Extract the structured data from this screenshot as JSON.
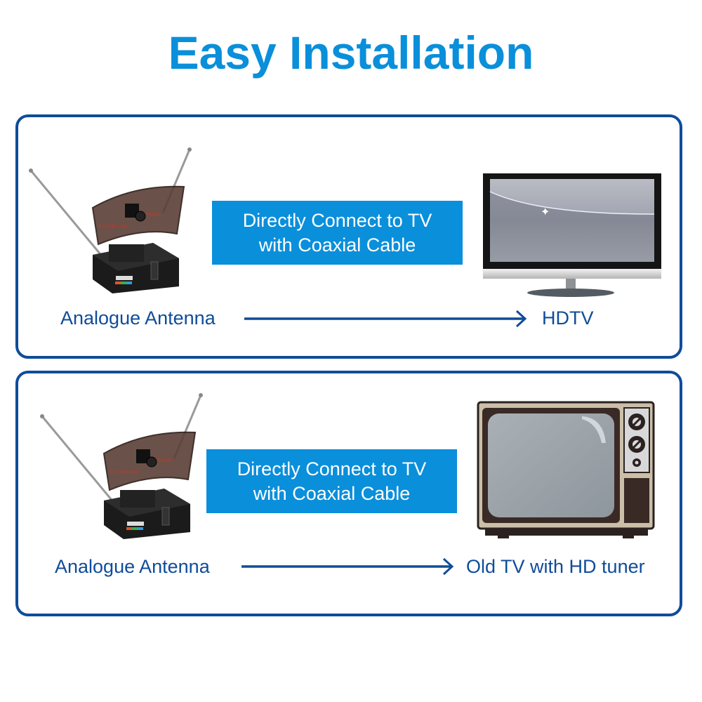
{
  "title": "Easy Installation",
  "colors": {
    "title": "#0a8fdb",
    "panel_border": "#0f4c9a",
    "callout_bg": "#0a8fdb",
    "callout_text": "#ffffff",
    "label_text": "#0f4c9a",
    "arrow": "#0f4c9a"
  },
  "panels": [
    {
      "source_icon": "analogue-antenna-image",
      "callout": {
        "line1": "Directly Connect to TV",
        "line2": "with Coaxial Cable"
      },
      "source_label": "Analogue Antenna",
      "arrow": "right-arrow",
      "target_icon": "flat-hdtv-image",
      "target_label": "HDTV"
    },
    {
      "source_icon": "analogue-antenna-image",
      "callout": {
        "line1": "Directly Connect to TV",
        "line2": "with Coaxial Cable"
      },
      "source_label": "Analogue Antenna",
      "arrow": "right-arrow",
      "target_icon": "old-crt-tv-image",
      "target_label": "Old TV with HD tuner"
    }
  ]
}
